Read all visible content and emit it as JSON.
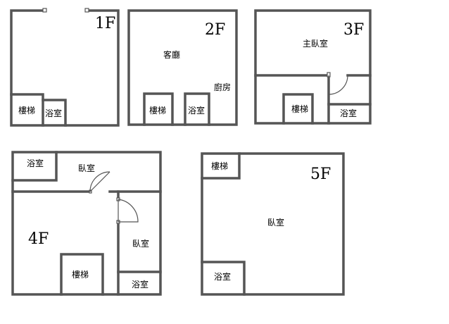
{
  "floors": {
    "f1": {
      "label": "1F",
      "stairs": "樓梯",
      "bath": "浴室"
    },
    "f2": {
      "label": "2F",
      "living": "客廳",
      "kitchen": "廚房",
      "stairs": "樓梯",
      "bath": "浴室"
    },
    "f3": {
      "label": "3F",
      "master": "主臥室",
      "stairs": "樓梯",
      "bath": "浴室"
    },
    "f4": {
      "label": "4F",
      "bath_top": "浴室",
      "bedroom_top": "臥室",
      "bedroom_right": "臥室",
      "stairs": "樓梯",
      "bath_bottom": "浴室"
    },
    "f5": {
      "label": "5F",
      "stairs": "樓梯",
      "bedroom": "臥室",
      "bath": "浴室"
    }
  },
  "colors": {
    "wall": "#555555",
    "text": "#000000",
    "background": "#ffffff"
  }
}
